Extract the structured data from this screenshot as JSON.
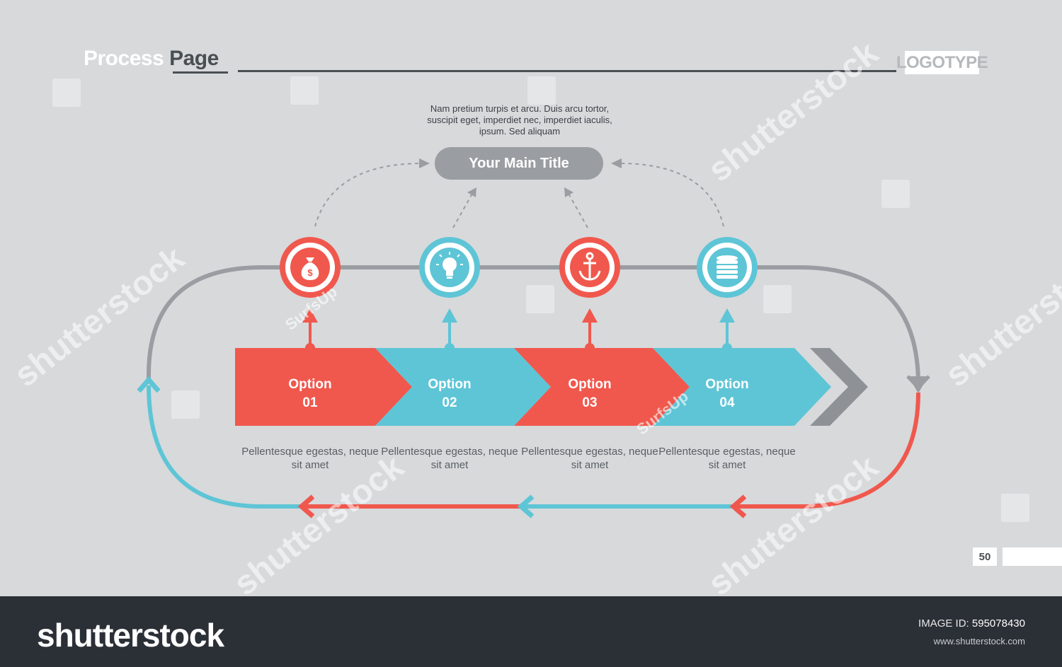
{
  "header": {
    "title_word1": "Process",
    "title_word2": "Page",
    "logotype": "LOGOTYPE"
  },
  "description": "Nam pretium turpis et arcu. Duis arcu tortor, suscipit eget, imperdiet nec, imperdiet iaculis, ipsum. Sed aliquam",
  "main_title": "Your Main Title",
  "options": [
    {
      "label": "Option",
      "number": "01",
      "desc": "Pellentesque egestas, neque sit amet",
      "color": "#f0584d",
      "icon": "money-bag-icon"
    },
    {
      "label": "Option",
      "number": "02",
      "desc": "Pellentesque egestas, neque sit amet",
      "color": "#5ec5d6",
      "icon": "lightbulb-icon"
    },
    {
      "label": "Option",
      "number": "03",
      "desc": "Pellentesque egestas, neque sit amet",
      "color": "#f0584d",
      "icon": "anchor-icon"
    },
    {
      "label": "Option",
      "number": "04",
      "desc": "Pellentesque egestas, neque sit amet",
      "color": "#5ec5d6",
      "icon": "coins-stack-icon"
    }
  ],
  "colors": {
    "red": "#f0584d",
    "teal": "#5ec5d6",
    "gray": "#9a9da1",
    "dark": "#4a4f54",
    "background": "#d7d9db"
  },
  "page_number": "50",
  "watermarks": {
    "main": "shutterstock",
    "small": "SurfsUp"
  },
  "footer": {
    "logo": "shutterstock",
    "image_id_label": "IMAGE ID:",
    "image_id": "595078430",
    "url": "www.shutterstock.com"
  }
}
